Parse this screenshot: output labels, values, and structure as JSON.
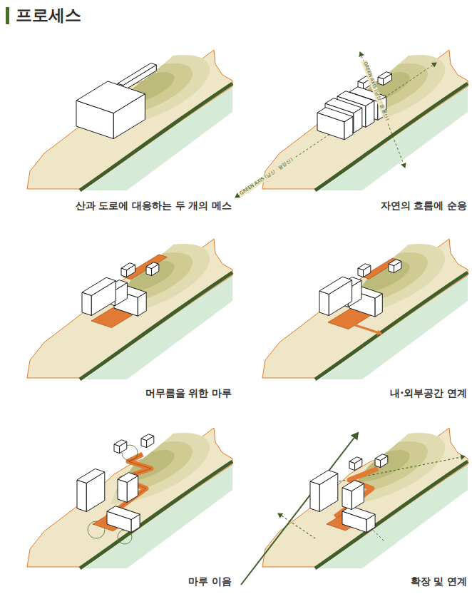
{
  "diagram": {
    "title": "프로세스",
    "labels": [
      "산과 도로에 대응하는 두 개의 메스",
      "GREEN AXIS (남산 · 평양산)",
      "GREEN AXIS (남산 · 응봉산)",
      "자연의 흐름에 순응",
      "머무름을 위한 마루",
      "내·외부공간 연계",
      "마루 이음",
      "확장 및 연계"
    ]
  }
}
